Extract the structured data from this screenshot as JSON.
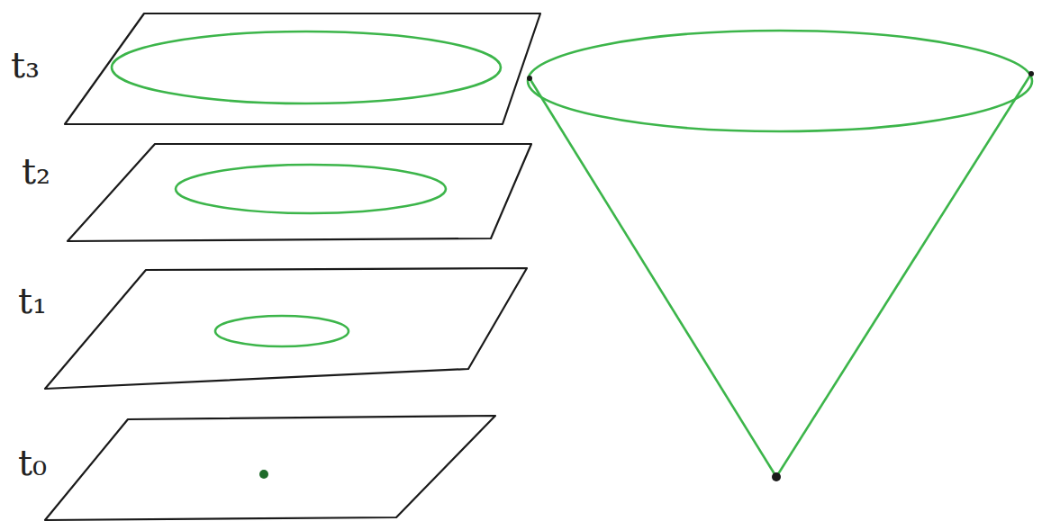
{
  "diagram": {
    "labels": [
      "t₃",
      "t₂",
      "t₁",
      "t₀"
    ]
  }
}
